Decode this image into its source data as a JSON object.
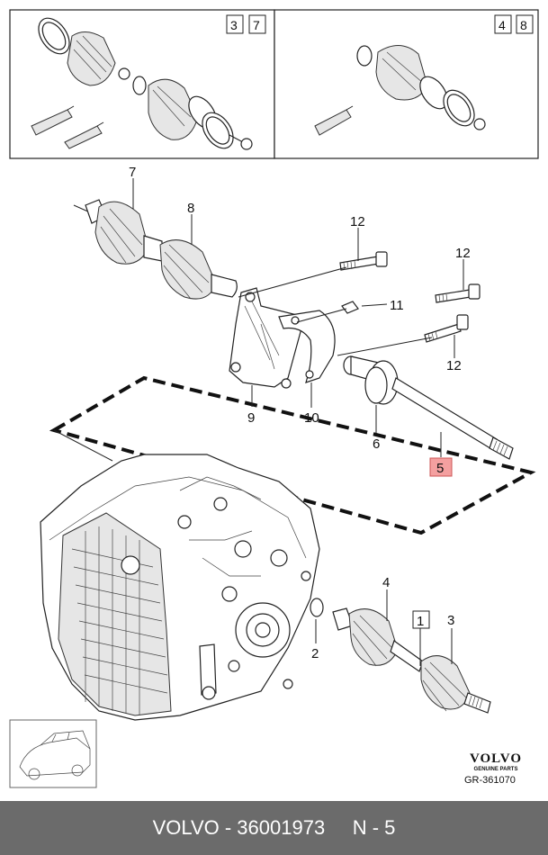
{
  "insets": {
    "left": {
      "numbers": [
        "3",
        "7"
      ]
    },
    "right": {
      "numbers": [
        "4",
        "8"
      ]
    }
  },
  "callouts": {
    "p7": "7",
    "p8": "8",
    "p12a": "12",
    "p12b": "12",
    "p11": "11",
    "p12c": "12",
    "p9": "9",
    "p10": "10",
    "p6": "6",
    "p5": "5",
    "p4": "4",
    "p1": "1",
    "p3": "3",
    "p2": "2"
  },
  "highlight_color": "#f4a0a0",
  "brand": {
    "name": "VOLVO",
    "tagline": "GENUINE PARTS",
    "reference": "GR-361070"
  },
  "footer": {
    "text": "VOLVO - 36001973     N - 5"
  }
}
